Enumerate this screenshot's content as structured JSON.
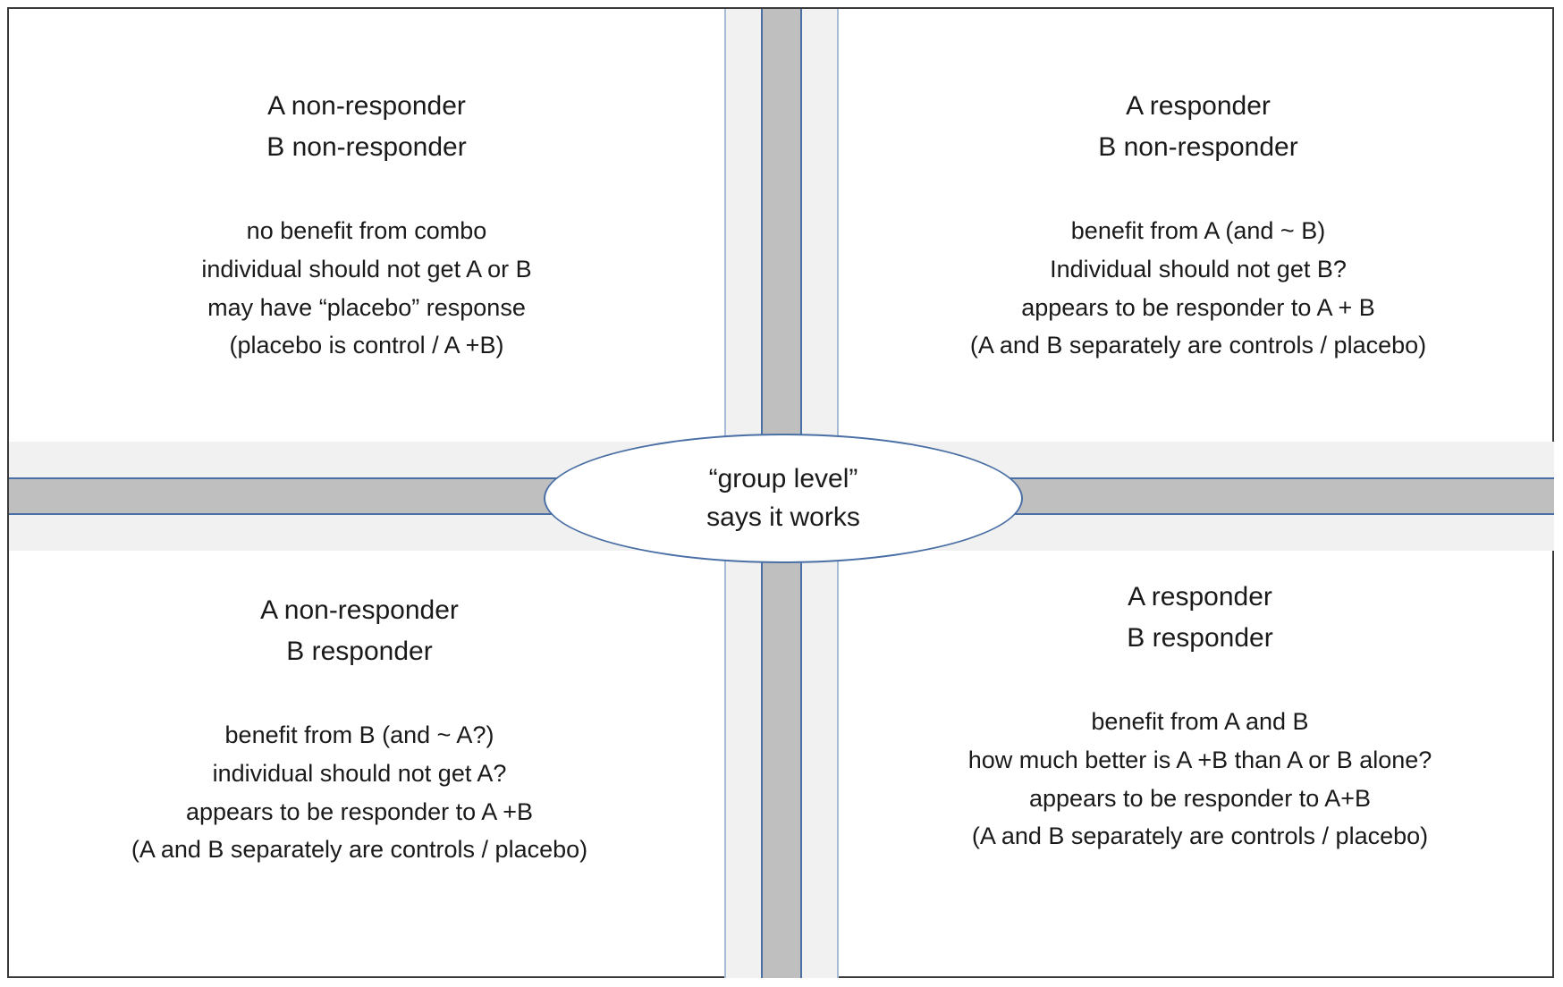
{
  "diagram": {
    "type": "2x2-quadrant-matrix",
    "center": {
      "label": "center-ellipse",
      "line1": "“group level”",
      "line2": "says it works"
    },
    "colors": {
      "band_outer": "#f1f1f1",
      "band_inner": "#bfbfbf",
      "band_border": "#4a6fa5",
      "ellipse_border": "#4a6fa5",
      "frame": "#3a3a3a",
      "text": "#1a1a1a"
    },
    "quadrants": {
      "top_left": {
        "heading": [
          "A non-responder",
          "B non-responder"
        ],
        "body": [
          "no benefit from combo",
          "individual should not get A or B",
          "may have “placebo” response",
          "(placebo is control / A +B)"
        ]
      },
      "top_right": {
        "heading": [
          "A responder",
          "B non-responder"
        ],
        "body": [
          "benefit from A (and ~ B)",
          "Individual should not get B?",
          "appears to be responder to A + B",
          "(A and B separately are controls / placebo)"
        ]
      },
      "bottom_left": {
        "heading": [
          "A non-responder",
          "B responder"
        ],
        "body": [
          "benefit from B (and ~ A?)",
          "individual should not get A?",
          "appears to be responder to A +B",
          "(A and B separately are controls / placebo)"
        ]
      },
      "bottom_right": {
        "heading": [
          "A responder",
          "B responder"
        ],
        "body": [
          "benefit from A and B",
          "how much better is A +B  than A or B alone?",
          "appears to be responder to A+B",
          "(A and B separately are controls / placebo)"
        ]
      }
    }
  }
}
